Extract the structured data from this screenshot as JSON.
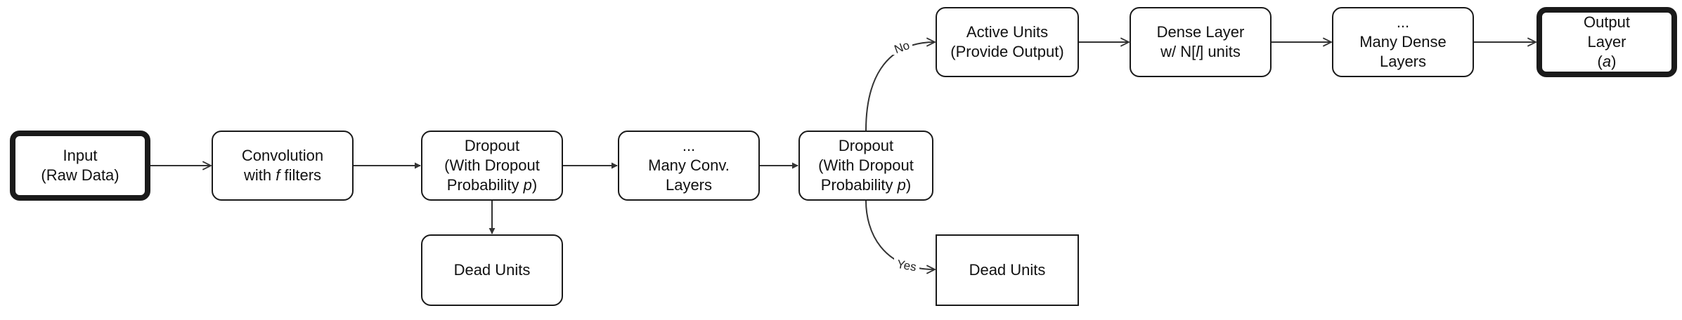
{
  "nodes": {
    "input": {
      "lines": [
        "Input",
        "(Raw Data)"
      ]
    },
    "convolution": {
      "line1": "Convolution",
      "line2_pre": "with ",
      "line2_var": "f",
      "line2_post": " filters"
    },
    "dropout1": {
      "line1": "Dropout",
      "line2": "(With Dropout",
      "line3_pre": "Probability ",
      "line3_var": "p",
      "line3_post": ")"
    },
    "dead_units_1": {
      "lines": [
        "Dead Units"
      ]
    },
    "many_conv": {
      "lines": [
        "...",
        "Many Conv.",
        "Layers"
      ]
    },
    "dropout2": {
      "line1": "Dropout",
      "line2": "(With Dropout",
      "line3_pre": "Probability ",
      "line3_var": "p",
      "line3_post": ")"
    },
    "active_units": {
      "lines": [
        "Active Units",
        "(Provide Output)"
      ]
    },
    "dense_layer": {
      "line1": "Dense Layer",
      "line2_pre": "w/ N[",
      "line2_var": "l",
      "line2_post": "] units"
    },
    "many_dense": {
      "lines": [
        "...",
        "Many Dense",
        "Layers"
      ]
    },
    "output_layer": {
      "line1": "Output",
      "line2": "Layer",
      "line3_pre": "(",
      "line3_var": "a",
      "line3_post": ")"
    },
    "dead_units_2": {
      "lines": [
        "Dead Units"
      ]
    }
  },
  "edge_labels": {
    "no": "No",
    "yes": "Yes"
  }
}
